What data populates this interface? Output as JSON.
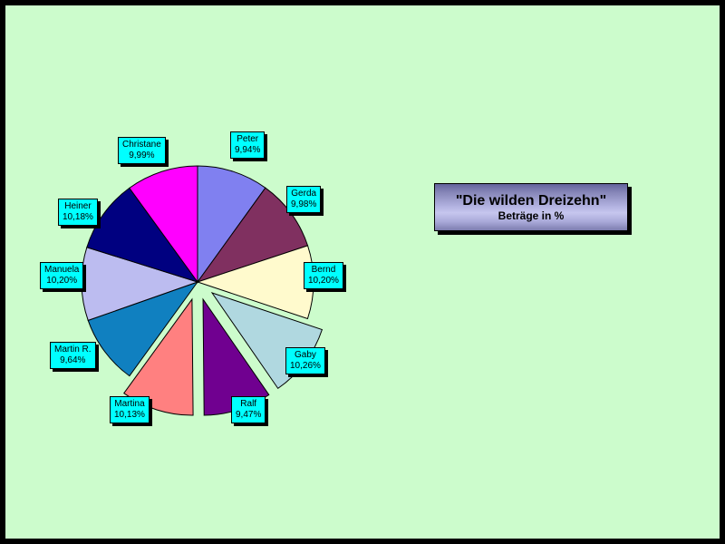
{
  "page": {
    "background_color": "#CCFCCC",
    "border_color": "#000000"
  },
  "title_plaque": {
    "main": "\"Die wilden Dreizehn\"",
    "sub": "Beträge in %",
    "fill_top": "#62629c",
    "fill_mid": "#c6c6ee",
    "fill_bottom": "#7d7daf",
    "border_color": "#000000"
  },
  "chart_data": {
    "type": "pie",
    "title": "\"Die wilden Dreizehn\"",
    "subtitle": "Beträge in %",
    "value_unit": "%",
    "decimal_separator": ",",
    "start_angle_deg": 0,
    "direction": "clockwise",
    "legend": "none",
    "labels_position": "outside-callout",
    "categories": [
      "Peter",
      "Gerda",
      "Bernd",
      "Gaby",
      "Ralf",
      "Martina",
      "Martin R.",
      "Manuela",
      "Heiner",
      "Christane"
    ],
    "values": [
      9.94,
      9.98,
      10.2,
      10.26,
      9.47,
      10.13,
      9.64,
      10.2,
      10.18,
      9.99
    ],
    "value_labels": [
      "9,94%",
      "9,98%",
      "10,20%",
      "10,26%",
      "9,47%",
      "10,13%",
      "9,64%",
      "10,20%",
      "10,18%",
      "9,99%"
    ],
    "colors": [
      "#8080F0",
      "#803060",
      "#FFFACD",
      "#B0D8E0",
      "#700090",
      "#FF8080",
      "#1080C0",
      "#BCBCF0",
      "#000080",
      "#FF00FF"
    ],
    "exploded": [
      false,
      false,
      false,
      true,
      true,
      true,
      false,
      false,
      false,
      false
    ],
    "slice_border_color": "#000000",
    "slices": [
      {
        "name": "Peter",
        "value": 9.94,
        "value_label": "9,94%",
        "color": "#8080F0",
        "exploded": false
      },
      {
        "name": "Gerda",
        "value": 9.98,
        "value_label": "9,98%",
        "color": "#803060",
        "exploded": false
      },
      {
        "name": "Bernd",
        "value": 10.2,
        "value_label": "10,20%",
        "color": "#FFFACD",
        "exploded": false
      },
      {
        "name": "Gaby",
        "value": 10.26,
        "value_label": "10,26%",
        "color": "#B0D8E0",
        "exploded": true
      },
      {
        "name": "Ralf",
        "value": 9.47,
        "value_label": "9,47%",
        "color": "#700090",
        "exploded": true
      },
      {
        "name": "Martina",
        "value": 10.13,
        "value_label": "10,13%",
        "color": "#FF8080",
        "exploded": true
      },
      {
        "name": "Martin R.",
        "value": 9.64,
        "value_label": "9,64%",
        "color": "#1080C0",
        "exploded": false
      },
      {
        "name": "Manuela",
        "value": 10.2,
        "value_label": "10,20%",
        "color": "#BCBCF0",
        "exploded": false
      },
      {
        "name": "Heiner",
        "value": 10.18,
        "value_label": "10,18%",
        "color": "#000080",
        "exploded": false
      },
      {
        "name": "Christane",
        "value": 9.99,
        "value_label": "9,99%",
        "color": "#FF00FF",
        "exploded": false
      }
    ]
  },
  "labels": {
    "peter": {
      "name": "Peter",
      "value": "9,94%"
    },
    "gerda": {
      "name": "Gerda",
      "value": "9,98%"
    },
    "bernd": {
      "name": "Bernd",
      "value": "10,20%"
    },
    "gaby": {
      "name": "Gaby",
      "value": "10,26%"
    },
    "ralf": {
      "name": "Ralf",
      "value": "9,47%"
    },
    "martina": {
      "name": "Martina",
      "value": "10,13%"
    },
    "martinr": {
      "name": "Martin R.",
      "value": "9,64%"
    },
    "manuela": {
      "name": "Manuela",
      "value": "10,20%"
    },
    "heiner": {
      "name": "Heiner",
      "value": "10,18%"
    },
    "christane": {
      "name": "Christane",
      "value": "9,99%"
    }
  }
}
